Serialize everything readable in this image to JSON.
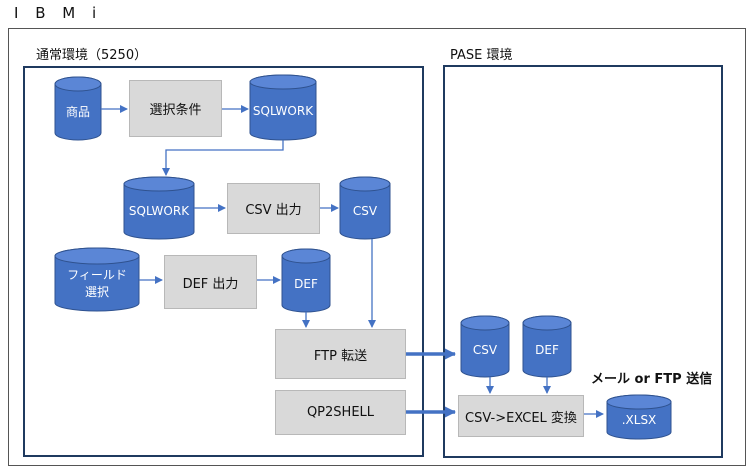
{
  "title": "I B M i",
  "normal_env": {
    "label": "通常環境（5250）"
  },
  "pase_env": {
    "label": "PASE 環境"
  },
  "nodes": {
    "shohin": "商品",
    "sentaku_joken": "選択条件",
    "sqlwork_1": "SQLWORK",
    "sqlwork_2": "SQLWORK",
    "csv_output": "CSV 出力",
    "csv_1": "CSV",
    "field_select_line1": "フィールド",
    "field_select_line2": "選択",
    "def_output": "DEF 出力",
    "def_1": "DEF",
    "ftp_transfer": "FTP 転送",
    "qp2shell": "QP2SHELL",
    "csv_2": "CSV",
    "def_2": "DEF",
    "csv_excel_convert": "CSV->EXCEL 変換",
    "xlsx": ".XLSX"
  },
  "delivery_note": "メール or FTP 送信",
  "colors": {
    "cylinder_fill": "#4472c4",
    "cylinder_stroke": "#2f528f",
    "box_fill": "#d9d9d9",
    "panel_border": "#1f3a5f",
    "arrow": "#4472c4"
  }
}
